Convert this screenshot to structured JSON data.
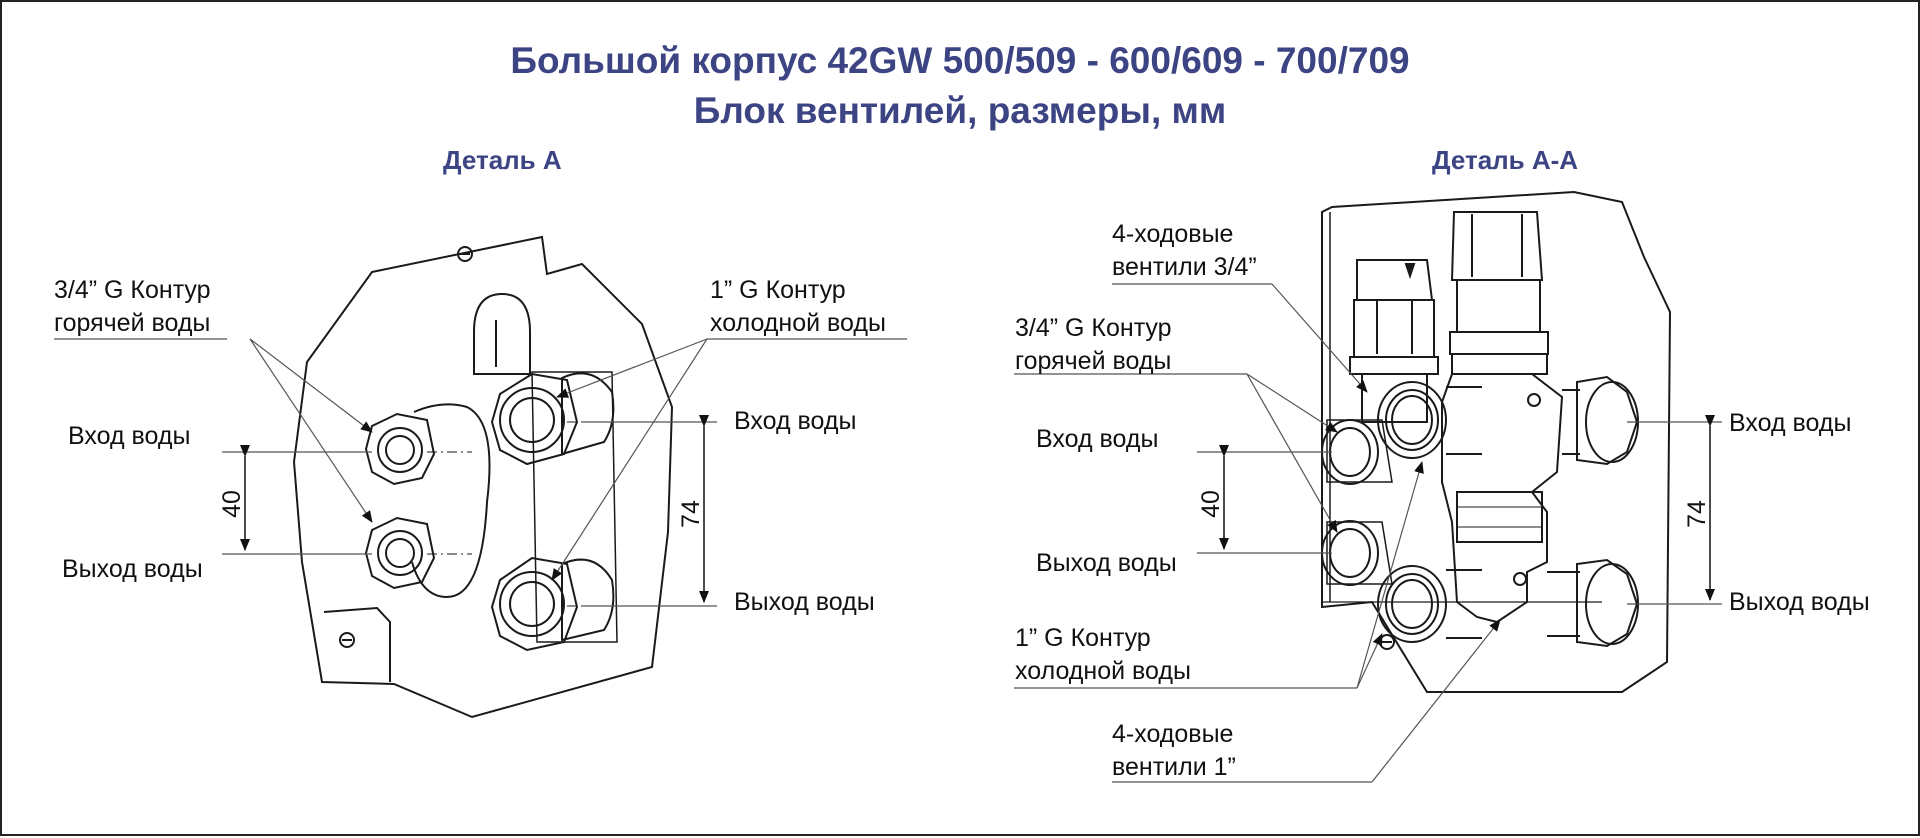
{
  "title": {
    "line1": "Большой корпус 42GW 500/509 - 600/609 - 700/709",
    "line2": "Блок вентилей, размеры, мм"
  },
  "detail_a": {
    "heading": "Деталь А",
    "hot_circuit_line1": "3/4” G Контур",
    "hot_circuit_line2": "горячей воды",
    "cold_circuit_line1": "1” G Контур",
    "cold_circuit_line2": "холодной воды",
    "inlet_left": "Вход воды",
    "outlet_left": "Выход воды",
    "inlet_right": "Вход воды",
    "outlet_right": "Выход воды",
    "dim_small": "40",
    "dim_large": "74"
  },
  "detail_aa": {
    "heading": "Деталь А-А",
    "valves_34_line1": "4-ходовые",
    "valves_34_line2": "вентили 3/4”",
    "hot_circuit_line1": "3/4” G Контур",
    "hot_circuit_line2": "горячей воды",
    "cold_circuit_line1": "1” G Контур",
    "cold_circuit_line2": "холодной воды",
    "valves_1_line1": "4-ходовые",
    "valves_1_line2": "вентили 1”",
    "inlet_left": "Вход воды",
    "outlet_left": "Выход воды",
    "inlet_right": "Вход воды",
    "outlet_right": "Выход воды",
    "dim_small": "40",
    "dim_large": "74"
  },
  "colors": {
    "title": "#3d4483",
    "line": "#1a1a1a",
    "leader": "#555555"
  }
}
